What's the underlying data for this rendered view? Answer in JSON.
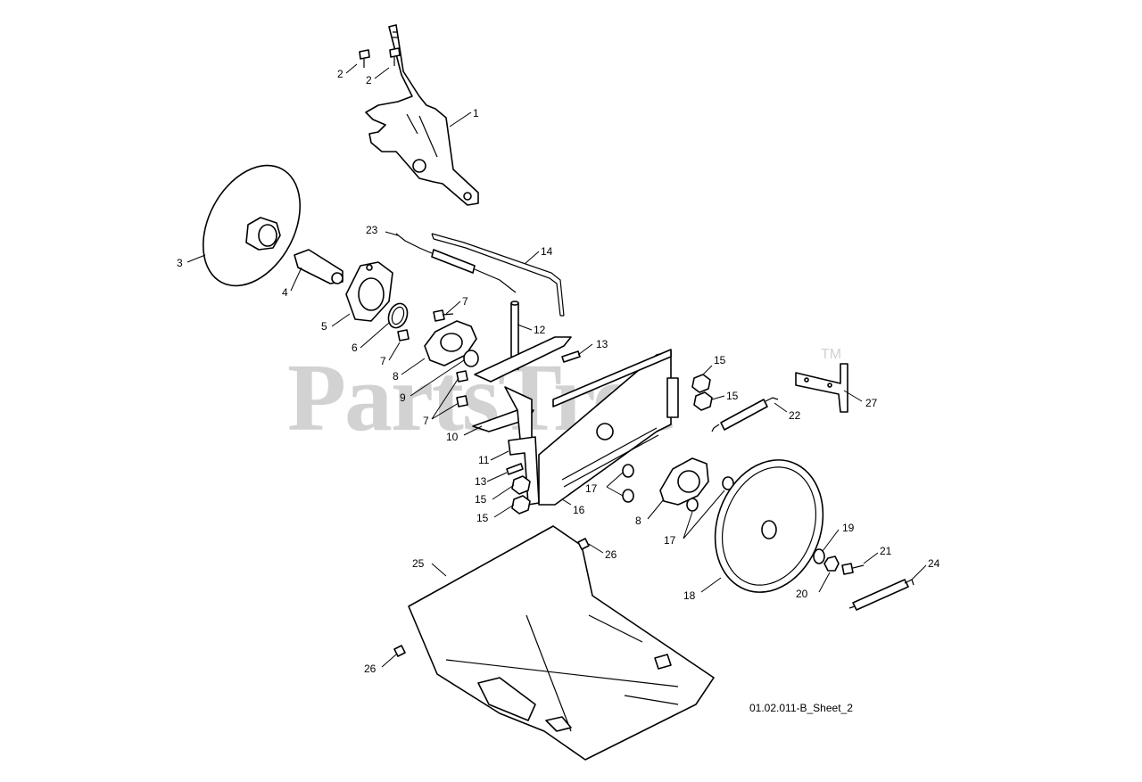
{
  "watermark": {
    "text": "PartsTree",
    "trademark": "TM"
  },
  "sheet_ref": "01.02.011-B_Sheet_2",
  "callouts": [
    {
      "id": "c1",
      "label": "1"
    },
    {
      "id": "c2a",
      "label": "2"
    },
    {
      "id": "c2b",
      "label": "2"
    },
    {
      "id": "c3",
      "label": "3"
    },
    {
      "id": "c4",
      "label": "4"
    },
    {
      "id": "c5",
      "label": "5"
    },
    {
      "id": "c6",
      "label": "6"
    },
    {
      "id": "c7a",
      "label": "7"
    },
    {
      "id": "c7b",
      "label": "7"
    },
    {
      "id": "c7c",
      "label": "7"
    },
    {
      "id": "c8a",
      "label": "8"
    },
    {
      "id": "c8b",
      "label": "8"
    },
    {
      "id": "c9",
      "label": "9"
    },
    {
      "id": "c10",
      "label": "10"
    },
    {
      "id": "c11",
      "label": "11"
    },
    {
      "id": "c12",
      "label": "12"
    },
    {
      "id": "c13a",
      "label": "13"
    },
    {
      "id": "c13b",
      "label": "13"
    },
    {
      "id": "c14",
      "label": "14"
    },
    {
      "id": "c15a",
      "label": "15"
    },
    {
      "id": "c15b",
      "label": "15"
    },
    {
      "id": "c15c",
      "label": "15"
    },
    {
      "id": "c15d",
      "label": "15"
    },
    {
      "id": "c16",
      "label": "16"
    },
    {
      "id": "c17a",
      "label": "17"
    },
    {
      "id": "c17b",
      "label": "17"
    },
    {
      "id": "c18",
      "label": "18"
    },
    {
      "id": "c19",
      "label": "19"
    },
    {
      "id": "c20",
      "label": "20"
    },
    {
      "id": "c21",
      "label": "21"
    },
    {
      "id": "c22",
      "label": "22"
    },
    {
      "id": "c23",
      "label": "23"
    },
    {
      "id": "c24",
      "label": "24"
    },
    {
      "id": "c25",
      "label": "25"
    },
    {
      "id": "c26a",
      "label": "26"
    },
    {
      "id": "c26b",
      "label": "26"
    },
    {
      "id": "c27",
      "label": "27"
    }
  ]
}
